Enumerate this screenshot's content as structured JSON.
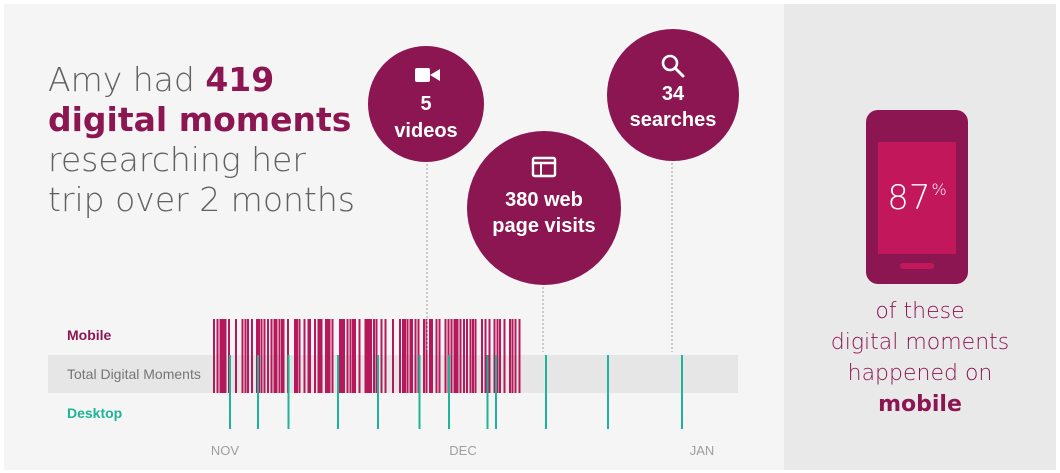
{
  "headline": {
    "prefix": "Amy had ",
    "count": "419",
    "highlight": "digital moments",
    "line3": "researching her",
    "line4": "trip over 2 months"
  },
  "callouts": [
    {
      "id": "videos",
      "icon": "video-camera-icon",
      "value": "5",
      "label": "videos"
    },
    {
      "id": "searches",
      "icon": "search-icon",
      "value": "34",
      "label": "searches"
    },
    {
      "id": "web",
      "icon": "browser-window-icon",
      "line1": "380 web",
      "line2": "page visits"
    }
  ],
  "chart_data": {
    "type": "timeline",
    "rows": {
      "mobile": "Mobile",
      "total": "Total Digital Moments",
      "desktop": "Desktop"
    },
    "x_ticks": [
      "NOV",
      "DEC",
      "JAN"
    ],
    "mobile_events": [
      0.0,
      3.5,
      6.5,
      8.5,
      15.0,
      22.0,
      28.5,
      31.5,
      34.0,
      38.0,
      43.0,
      45.0,
      47.5,
      50.5,
      54.0,
      57.5,
      60.5,
      62.5,
      65.5,
      68.0,
      69.5,
      74.0,
      81.0,
      83.0,
      85.5,
      90.5,
      94.5,
      95.5,
      96.0,
      101.0,
      104.5,
      106.5,
      112.0,
      114.0,
      115.5,
      118.5,
      126.0,
      128.0,
      130.0,
      133.5,
      136.5,
      139.0,
      140.0,
      141.0,
      145.5,
      151.5,
      153.5,
      155.0,
      157.0,
      160.0,
      162.5,
      167.5,
      171.5,
      179.0,
      186.0,
      189.0,
      191.0,
      193.5,
      196.5,
      198.0,
      201.5,
      204.5,
      210.0,
      212.5,
      216.0,
      218.0,
      222.5,
      225.5,
      231.5,
      234.5,
      237.5,
      240.5,
      243.0,
      246.5,
      250.0,
      253.0,
      256.5,
      259.0,
      261.5,
      268.0,
      271.5,
      275.5,
      280.5,
      283.5,
      286.0,
      290.5,
      296.0,
      298.5,
      301.5,
      305.5
    ],
    "mobile_wide_events": [
      8.5,
      104.5,
      196.0,
      203.0,
      222.0,
      240.5,
      261.0,
      294.0
    ],
    "desktop_events": [
      16.0,
      44.0,
      74.5,
      124.0,
      164.0,
      205.5,
      235.0,
      273.5,
      282.0,
      332.0,
      394.0,
      468.0
    ],
    "callout_connectors": [
      {
        "callout": "videos",
        "x": 427
      },
      {
        "callout": "web",
        "x": 543
      },
      {
        "callout": "searches",
        "x": 672
      }
    ]
  },
  "mobile_stat": {
    "percent": "87",
    "percent_sign": "%",
    "caption_line1": "of these",
    "caption_line2": "digital moments",
    "caption_line3": "happened on",
    "caption_strong": "mobile"
  },
  "colors": {
    "accent": "#8c1651",
    "mobile_bar": "#b5195b",
    "desktop_bar": "#1fb397",
    "text_gray": "#616161",
    "band": "#e6e6e6"
  }
}
